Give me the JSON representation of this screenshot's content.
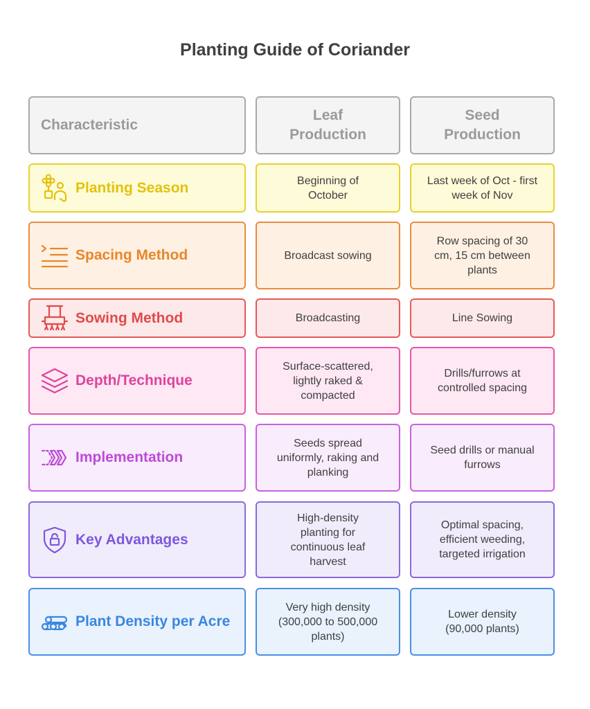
{
  "title": "Planting Guide of Coriander",
  "header": {
    "characteristic": "Characteristic",
    "leaf": "Leaf Production",
    "seed": "Seed Production"
  },
  "rows": [
    {
      "label": "Planting Season",
      "icon": "flower-person-icon",
      "color": "#e3c20c",
      "border": "#e6d32c",
      "fill": "#fefbd9",
      "leaf": "Beginning of October",
      "seed": "Last week of Oct - first week of Nov"
    },
    {
      "label": "Spacing Method",
      "icon": "text-indent-icon",
      "color": "#e8862b",
      "border": "#ea8b3d",
      "fill": "#fef1e3",
      "leaf": "Broadcast sowing",
      "seed": "Row spacing of 30 cm, 15 cm between plants"
    },
    {
      "label": "Sowing Method",
      "icon": "seed-drill-icon",
      "color": "#e04a4a",
      "border": "#e35a5a",
      "fill": "#fde9e9",
      "leaf": "Broadcasting",
      "seed": "Line Sowing"
    },
    {
      "label": "Depth/Technique",
      "icon": "layers-icon",
      "color": "#e0429b",
      "border": "#e457a5",
      "fill": "#fde8f4",
      "leaf": "Surface-scattered, lightly raked & compacted",
      "seed": "Drills/furrows at controlled spacing"
    },
    {
      "label": "Implementation",
      "icon": "chevrons-right-icon",
      "color": "#bd4ad8",
      "border": "#c563dd",
      "fill": "#f9ecfc",
      "leaf": "Seeds spread uniformly, raking and planking",
      "seed": "Seed drills or manual furrows"
    },
    {
      "label": "Key Advantages",
      "icon": "shield-lock-icon",
      "color": "#7e57dd",
      "border": "#8a68df",
      "fill": "#f1ecfc",
      "leaf": "High-density planting for continuous leaf harvest",
      "seed": "Optimal spacing, efficient weeding, targeted irrigation"
    },
    {
      "label": "Plant Density per Acre",
      "icon": "logs-icon",
      "color": "#3a86e0",
      "border": "#4b8fe3",
      "fill": "#e9f2fd",
      "leaf": "Very high density (300,000 to 500,000 plants)",
      "seed": "Lower density (90,000 plants)"
    }
  ]
}
